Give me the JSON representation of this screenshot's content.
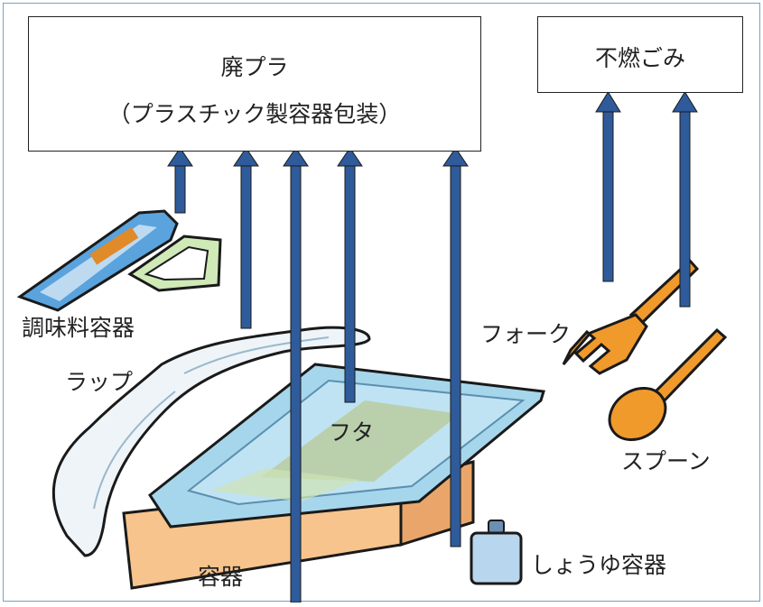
{
  "categories": {
    "plastic_title": "廃プラ",
    "plastic_subtitle": "（プラスチック製容器包装）",
    "non_combustible": "不燃ごみ"
  },
  "items": {
    "condiment": "調味料容器",
    "wrap": "ラップ",
    "lid": "フタ",
    "container": "容器",
    "soy_sauce": "しょうゆ容器",
    "fork": "フォーク",
    "spoon": "スプーン"
  },
  "colors": {
    "arrow": "#2f5b9a",
    "tray": "#f6c48c",
    "lid": "#a6d6ec",
    "border": "#7aa0c4"
  }
}
